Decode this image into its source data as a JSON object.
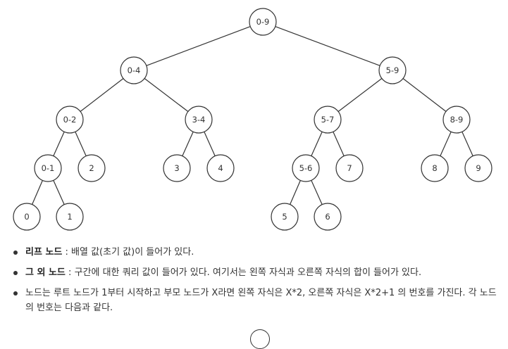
{
  "tree": {
    "nodes": [
      {
        "id": "n1",
        "label": "0-9",
        "parent": null
      },
      {
        "id": "n2",
        "label": "0-4",
        "parent": "n1"
      },
      {
        "id": "n3",
        "label": "5-9",
        "parent": "n1"
      },
      {
        "id": "n4",
        "label": "0-2",
        "parent": "n2"
      },
      {
        "id": "n5",
        "label": "3-4",
        "parent": "n2"
      },
      {
        "id": "n6",
        "label": "5-7",
        "parent": "n3"
      },
      {
        "id": "n7",
        "label": "8-9",
        "parent": "n3"
      },
      {
        "id": "n8",
        "label": "0-1",
        "parent": "n4"
      },
      {
        "id": "n9",
        "label": "2",
        "parent": "n4"
      },
      {
        "id": "n10",
        "label": "3",
        "parent": "n5"
      },
      {
        "id": "n11",
        "label": "4",
        "parent": "n5"
      },
      {
        "id": "n12",
        "label": "5-6",
        "parent": "n6"
      },
      {
        "id": "n13",
        "label": "7",
        "parent": "n6"
      },
      {
        "id": "n14",
        "label": "8",
        "parent": "n7"
      },
      {
        "id": "n15",
        "label": "9",
        "parent": "n7"
      },
      {
        "id": "n16",
        "label": "0",
        "parent": "n8"
      },
      {
        "id": "n17",
        "label": "1",
        "parent": "n8"
      },
      {
        "id": "n18",
        "label": "5",
        "parent": "n12"
      },
      {
        "id": "n19",
        "label": "6",
        "parent": "n12"
      }
    ]
  },
  "bullets": [
    {
      "term": "리프 노드",
      "sep": " : ",
      "text": "배열 값(초기 값)이 들어가 있다."
    },
    {
      "term": "그 외 노드",
      "sep": " : ",
      "text": "구간에 대한 쿼리 값이 들어가 있다. 여기서는 왼쪽 자식과 오른쪽 자식의 합이 들어가 있다."
    },
    {
      "term": "",
      "sep": "",
      "text": "노드는 루트 노드가 1부터 시작하고 부모 노드가 X라면 왼쪽 자식은 X*2, 오른쪽 자식은 X*2+1 의 번호를 가진다. 각 노드의 번호는 다음과 같다."
    }
  ]
}
